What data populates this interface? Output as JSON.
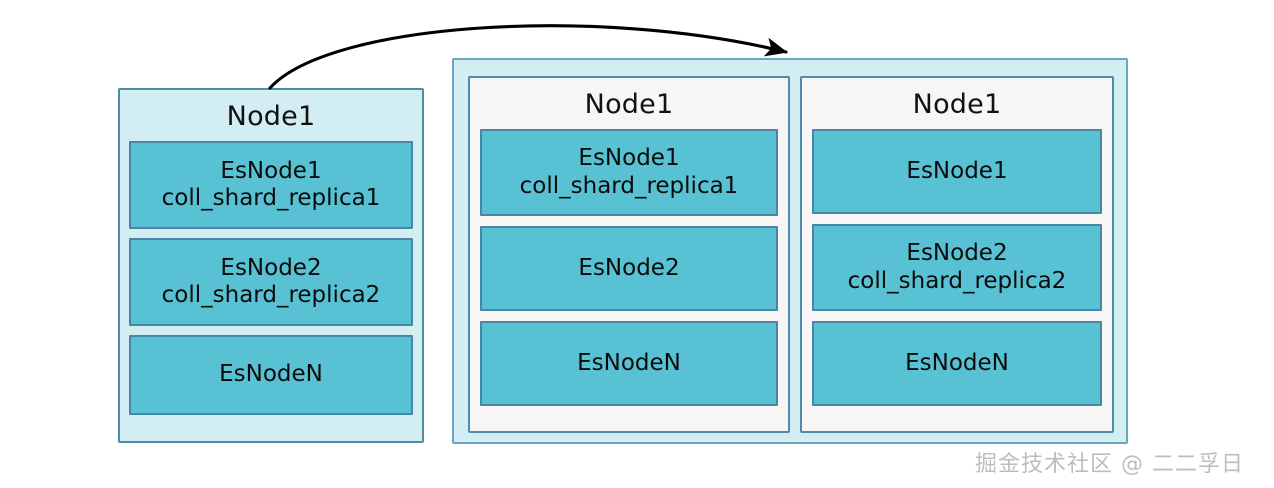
{
  "diagram": {
    "title_hidden": "",
    "colors": {
      "pale_cyan_fill": "#d3eef3",
      "node_panel_fill": "#f7f5f6",
      "esnode_fill": "#58c2d4",
      "esnode_border": "#4a86a4",
      "card_border": "#4f8ba8",
      "cluster_border": "#6aa6bf",
      "arrow_stroke": "#000000",
      "watermark_color": "#b9bdc4"
    },
    "left_node": {
      "title": "Node1",
      "items": [
        {
          "line1": "EsNode1",
          "line2": "coll_shard_replica1"
        },
        {
          "line1": "EsNode2",
          "line2": "coll_shard_replica2"
        },
        {
          "line1": "EsNodeN",
          "line2": ""
        }
      ]
    },
    "cluster": {
      "nodes": [
        {
          "title": "Node1",
          "items": [
            {
              "line1": "EsNode1",
              "line2": "coll_shard_replica1"
            },
            {
              "line1": "EsNode2",
              "line2": ""
            },
            {
              "line1": "EsNodeN",
              "line2": ""
            }
          ]
        },
        {
          "title": "Node1",
          "items": [
            {
              "line1": "EsNode1",
              "line2": ""
            },
            {
              "line1": "EsNode2",
              "line2": "coll_shard_replica2"
            },
            {
              "line1": "EsNodeN",
              "line2": ""
            }
          ]
        }
      ]
    },
    "arrow": {
      "label": "",
      "icon": "curved-arrow-icon"
    },
    "watermark": "掘金技术社区 @ 二二孚日"
  }
}
